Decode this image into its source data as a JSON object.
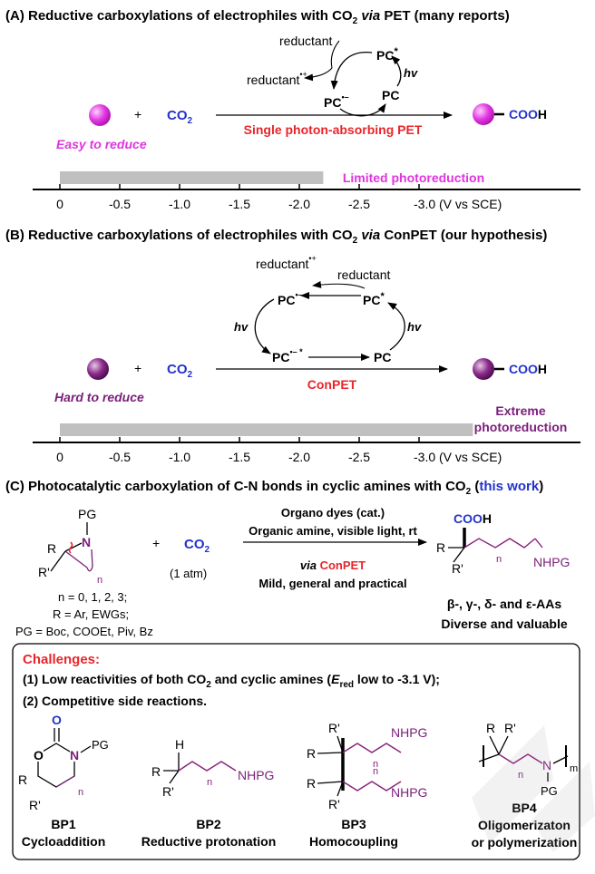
{
  "colors": {
    "red": "#e8262b",
    "blue": "#2233cc",
    "magenta": "#e034e0",
    "purple": "#7a1f7a",
    "gray_bar": "#c0c0c0",
    "bond_purple": "#8b1f7a"
  },
  "panel_a": {
    "title_pre": "(A) Reductive carboxylations of electrophiles with CO",
    "title_sub": "2",
    "title_via": "via",
    "title_post": "PET (many reports)",
    "reductant": "reductant",
    "reductant_ox": "reductant",
    "reductant_ox_charge": "•+",
    "pc_star": "PC",
    "star": "*",
    "pc_left": "PC",
    "pc_left_charge": "•–",
    "pc_right": "PC",
    "hv": "hv",
    "plus": "+",
    "co2_main": "CO",
    "co2_sub": "2",
    "product": "COO",
    "product_h": "H",
    "easy": "Easy to reduce",
    "arrow_label": "Single photon-absorbing PET",
    "limited": "Limited photoreduction",
    "scale_ticks": [
      "0",
      "-0.5",
      "-1.0",
      "-1.5",
      "-2.0",
      "-2.5",
      "-3.0 (V vs SCE)"
    ],
    "bar_reach": -2.2
  },
  "panel_b": {
    "title_pre": "(B) Reductive carboxylations of electrophiles with CO",
    "title_sub": "2",
    "title_via": "via",
    "title_post": "ConPET (our hypothesis)",
    "reductant_ox": "reductant",
    "reductant_ox_charge": "•+",
    "reductant": "reductant",
    "pc_tl": "PC",
    "pc_tl_charge": "•–",
    "pc_tr": "PC",
    "star": "*",
    "pc_bl": "PC",
    "pc_bl_charge": "•– *",
    "pc_br": "PC",
    "hv": "hv",
    "plus": "+",
    "co2_main": "CO",
    "co2_sub": "2",
    "product": "COO",
    "product_h": "H",
    "hard": "Hard to reduce",
    "arrow_label": "ConPET",
    "extreme_1": "Extreme",
    "extreme_2": "photoreduction",
    "scale_ticks": [
      "0",
      "-0.5",
      "-1.0",
      "-1.5",
      "-2.0",
      "-2.5",
      "-3.0 (V vs SCE)"
    ],
    "bar_reach": -3.45
  },
  "panel_c": {
    "title_pre": "(C) Photocatalytic carboxylation of C-N bonds in cyclic amines with CO",
    "title_sub": "2",
    "title_paren_open": "(",
    "title_this": "this work",
    "title_paren_close": ")",
    "pg": "PG",
    "n_atom": "N",
    "r": "R",
    "r_prime": "R'",
    "n_sub": "n",
    "plus": "+",
    "co2_main": "CO",
    "co2_sub": "2",
    "atm": "(1 atm)",
    "cond_1": "Organo dyes (cat.)",
    "cond_2": "Organic amine, visible light, rt",
    "cond_via": "via",
    "cond_conpet": "ConPET",
    "cond_3": "Mild, general and practical",
    "sub_1": "n = 0, 1, 2, 3;",
    "sub_2": "R = Ar, EWGs;",
    "sub_3": "PG = Boc, COOEt, Piv, Bz",
    "prod_cooh": "COO",
    "prod_h": "H",
    "prod_nhpg": "NHPG",
    "aas": "β-, γ-, δ- and ε-AAs",
    "diverse": "Diverse and valuable"
  },
  "challenges": {
    "heading": "Challenges:",
    "line1_pre": "(1) Low reactivities of both CO",
    "line1_sub": "2",
    "line1_mid": " and cyclic amines (",
    "line1_e": "E",
    "line1_red": "red",
    "line1_post": " low to -3.1 V);",
    "line2": "(2) Competitive side reactions.",
    "bp1": "BP1",
    "bp1_desc": "Cycloaddition",
    "bp2": "BP2",
    "bp2_desc": "Reductive protonation",
    "bp3": "BP3",
    "bp3_desc": "Homocoupling",
    "bp4": "BP4",
    "bp4_desc_1": "Oligomerizaton",
    "bp4_desc_2": "or polymerization",
    "o_carbonyl": "O",
    "o_ring": "O",
    "n_ring": "N",
    "pg": "PG",
    "h": "H",
    "r": "R",
    "r_prime": "R'",
    "n_sub": "n",
    "nhpg": "NHPG",
    "m_sub": "m"
  }
}
